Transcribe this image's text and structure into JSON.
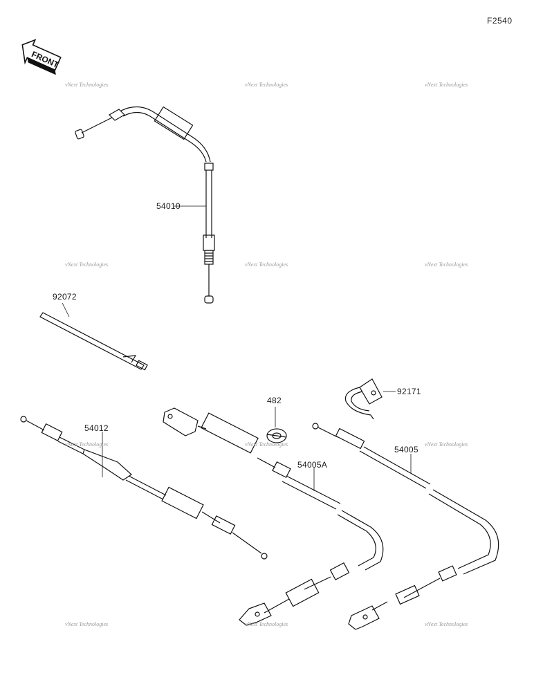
{
  "sheet_id": "F2540",
  "front_label": "FRONT",
  "watermark_text": "vNext Technologies",
  "parts": [
    {
      "code": "54010"
    },
    {
      "code": "92072"
    },
    {
      "code": "54012"
    },
    {
      "code": "482"
    },
    {
      "code": "92171"
    },
    {
      "code": "54005A"
    },
    {
      "code": "54005"
    }
  ]
}
